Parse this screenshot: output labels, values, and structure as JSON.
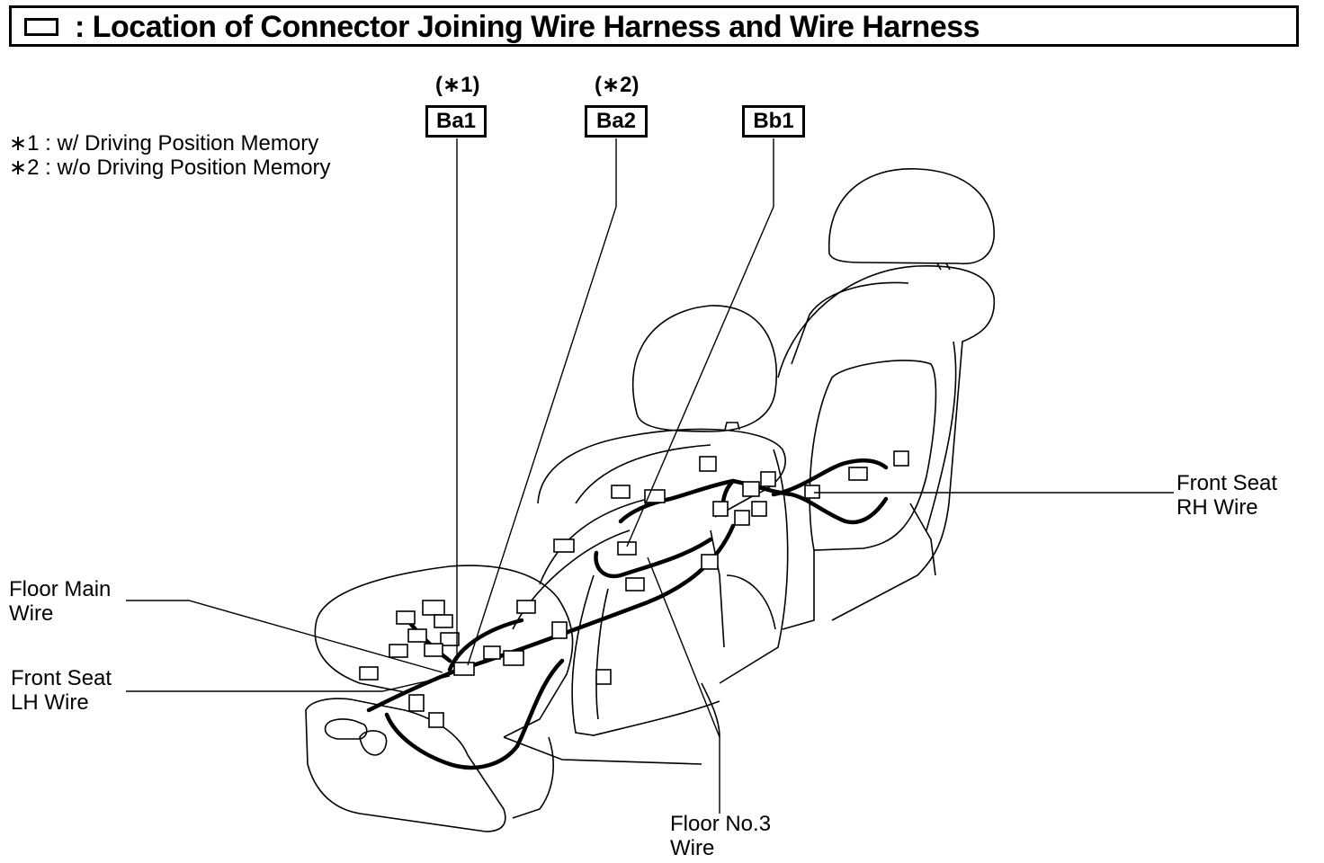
{
  "header": {
    "icon": "square-outline-icon",
    "title": ": Location of Connector Joining Wire Harness and Wire Harness"
  },
  "notes": [
    "∗1 : w/ Driving Position Memory",
    "∗2 : w/o Driving Position Memory"
  ],
  "connectors": [
    {
      "tag": "(∗1)",
      "code": "Ba1"
    },
    {
      "tag": "(∗2)",
      "code": "Ba2"
    },
    {
      "tag": "",
      "code": "Bb1"
    }
  ],
  "labels": {
    "floor_main": [
      "Floor Main",
      "Wire"
    ],
    "front_seat_lh": [
      "Front Seat",
      "LH Wire"
    ],
    "front_seat_rh": [
      "Front Seat",
      "RH Wire"
    ],
    "floor_no3": [
      "Floor No.3",
      "Wire"
    ]
  }
}
